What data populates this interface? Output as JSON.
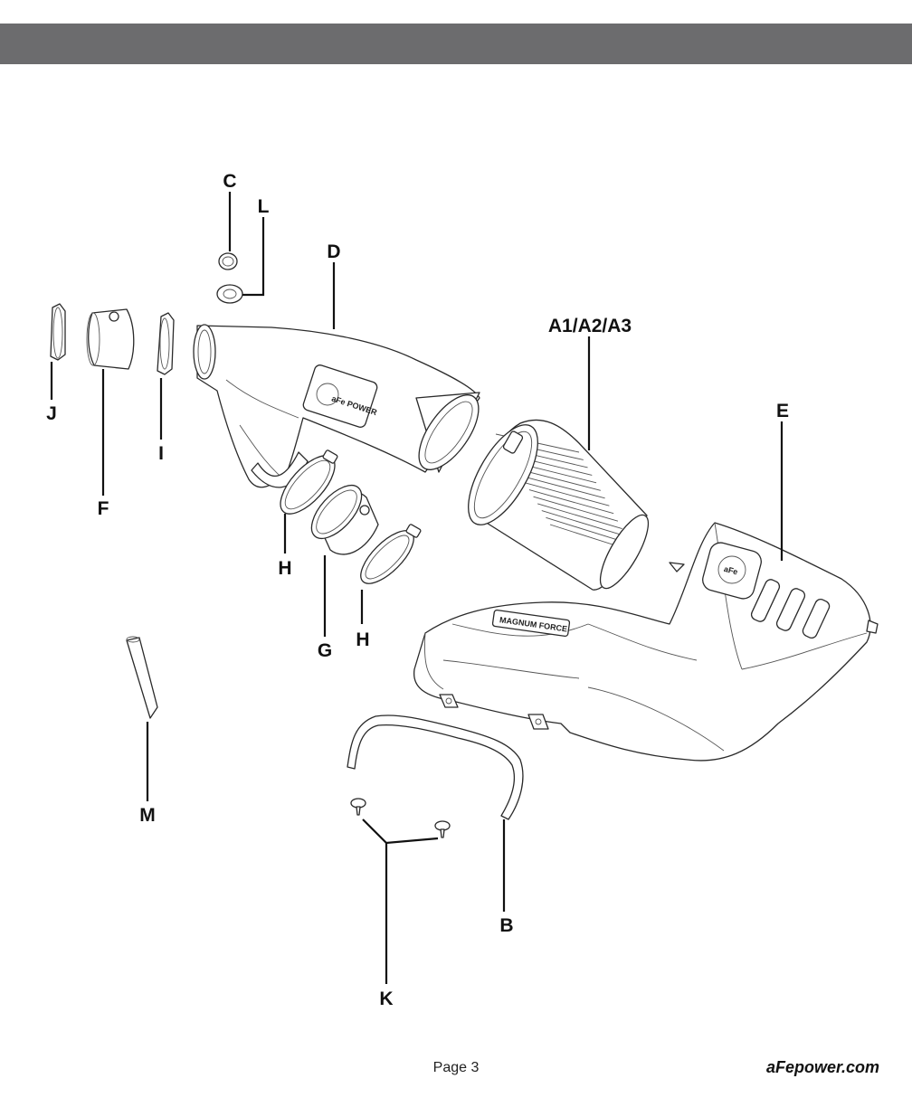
{
  "header": {
    "bar_color": "#6c6c6e"
  },
  "callouts": {
    "C": "C",
    "L": "L",
    "D": "D",
    "A": "A1/A2/A3",
    "E": "E",
    "J": "J",
    "F": "F",
    "I": "I",
    "H1": "H",
    "G": "G",
    "H2": "H",
    "M": "M",
    "B": "B",
    "K": "K"
  },
  "logos": {
    "tube_logo": "aFe POWER",
    "filter_logo": "aFe",
    "housing_badge": "MAGNUM FORCE"
  },
  "footer": {
    "page": "Page 3",
    "website": "aFepower.com"
  }
}
